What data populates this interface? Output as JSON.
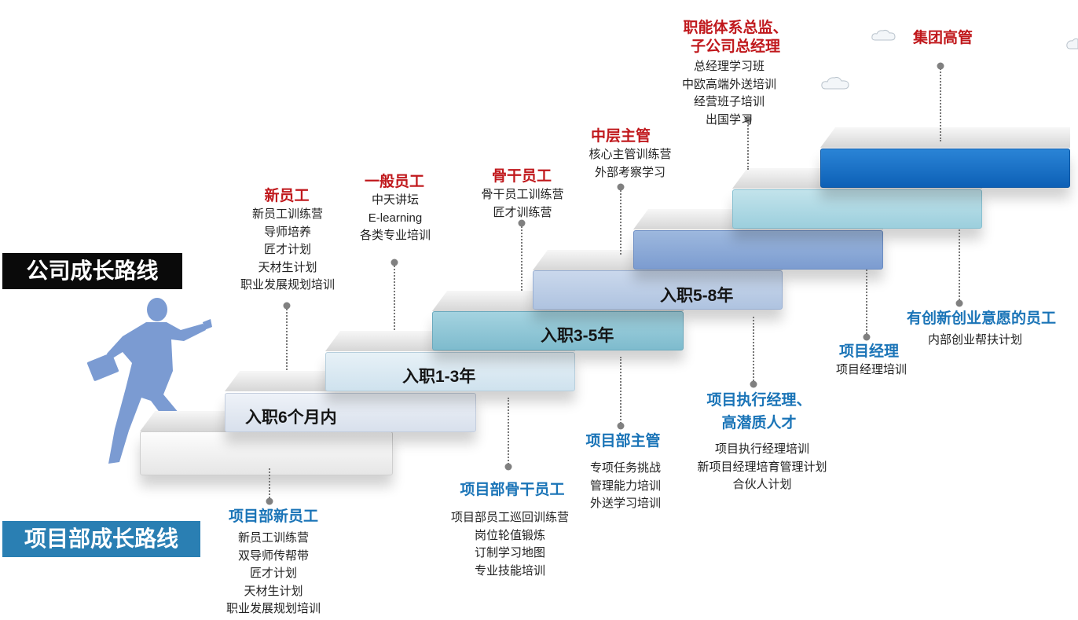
{
  "ribbons": {
    "company": "公司成长路线",
    "project": "项目部成长路线"
  },
  "steps": [
    {
      "label": "入职6个月内",
      "color": "#e4e9f2"
    },
    {
      "label": "入职1-3年",
      "color": "#d9e8f1"
    },
    {
      "label": "入职3-5年",
      "color": "#8cc6d6"
    },
    {
      "label": "入职5-8年",
      "color": "#bccde6"
    },
    {
      "label": "",
      "color": "#8aaad6"
    },
    {
      "label": "",
      "color": "#abd7e3"
    },
    {
      "label": "",
      "color": "#1167c2"
    }
  ],
  "company_route": [
    {
      "title": "新员工",
      "items": [
        "新员工训练营",
        "导师培养",
        "匠才计划",
        "天材生计划",
        "职业发展规划培训"
      ]
    },
    {
      "title": "一般员工",
      "items": [
        "中天讲坛",
        "E-learning",
        "各类专业培训"
      ]
    },
    {
      "title": "骨干员工",
      "items": [
        "骨干员工训练营",
        "匠才训练营"
      ]
    },
    {
      "title": "中层主管",
      "items": [
        "核心主管训练营",
        "外部考察学习"
      ]
    },
    {
      "title_lines": [
        "职能体系总监、",
        "子公司总经理"
      ],
      "items": [
        "总经理学习班",
        "中欧高端外送培训",
        "经营班子培训",
        "出国学习"
      ]
    },
    {
      "title": "集团高管",
      "items": []
    }
  ],
  "project_route": [
    {
      "title": "项目部新员工",
      "items": [
        "新员工训练营",
        "双导师传帮带",
        "匠才计划",
        "天材生计划",
        "职业发展规划培训"
      ]
    },
    {
      "title": "项目部骨干员工",
      "items": [
        "项目部员工巡回训练营",
        "岗位轮值锻炼",
        "订制学习地图",
        "专业技能培训"
      ]
    },
    {
      "title": "项目部主管",
      "items": [
        "专项任务挑战",
        "管理能力培训",
        "外送学习培训"
      ]
    },
    {
      "title_lines": [
        "项目执行经理、",
        "高潜质人才"
      ],
      "items": [
        "项目执行经理培训",
        "新项目经理培育管理计划",
        "合伙人计划"
      ]
    },
    {
      "title": "项目经理",
      "items": [
        "项目经理培训"
      ]
    },
    {
      "title": "有创新创业意愿的员工",
      "items": [
        "内部创业帮扶计划"
      ]
    }
  ]
}
